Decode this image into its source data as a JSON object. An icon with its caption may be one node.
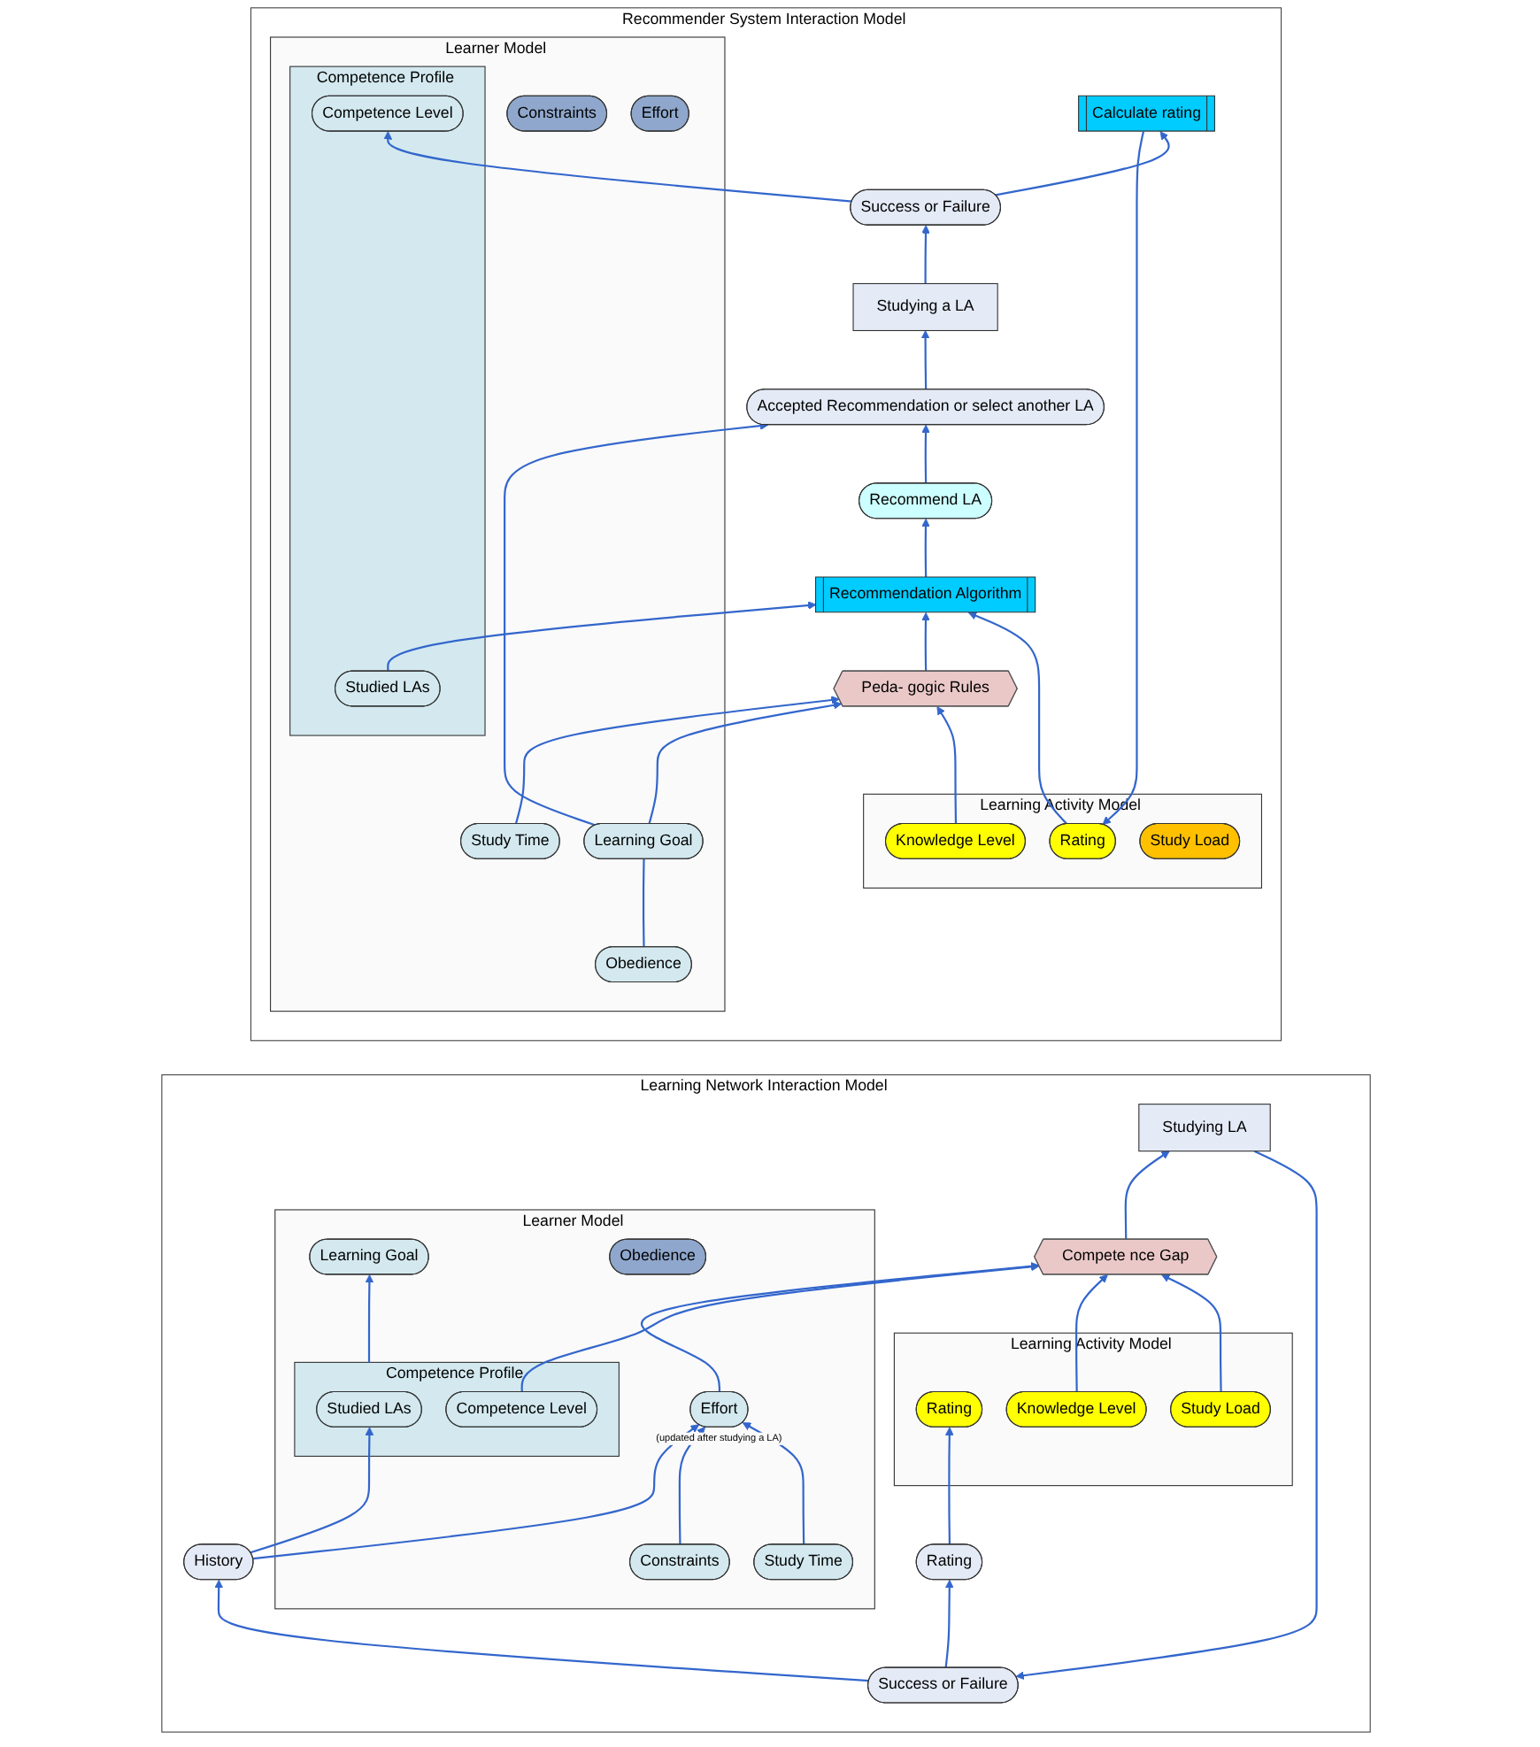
{
  "diagram": {
    "nodes": [
      {
        "text": [
          "Recommender System Interaction Model"
        ]
      },
      {
        "text": [
          "Learner Model"
        ],
        "in": 0
      },
      {
        "text": [
          "Learning Goal"
        ],
        "in": 1
      },
      {
        "text": [
          "Obedience"
        ],
        "in": 1
      },
      {
        "text": [
          "Constraints"
        ],
        "in": 1
      },
      {
        "text": [
          "Study Time"
        ],
        "in": 1
      },
      {
        "text": [
          "Competence Profile"
        ],
        "in": 1
      },
      {
        "text": [
          "Studied LAs"
        ],
        "in": 6
      },
      {
        "text": [
          "Competence Level"
        ],
        "in": 6
      },
      {
        "text": [
          "Effort"
        ],
        "in": 1
      },
      {
        "text": [
          "Success or Failure"
        ],
        "in": 0
      },
      {
        "text": [
          "Calculate rating"
        ],
        "in": 0
      },
      {
        "text": [
          "Studying a LA"
        ],
        "in": 0
      },
      {
        "text": [
          "Accepted Recommendation or select another LA"
        ],
        "in": 0
      },
      {
        "text": [
          "Recommend LA"
        ],
        "in": 0
      },
      {
        "text": [
          "Recommendation Algorithm"
        ],
        "in": 0
      },
      {
        "text": [
          "Peda- gogic Rules"
        ],
        "in": 0
      },
      {
        "text": [
          "Learning Activity Model"
        ],
        "in": 0
      },
      {
        "text": [
          "Rating"
        ],
        "in": 17
      },
      {
        "text": [
          "Knowledge Level"
        ],
        "in": 17
      },
      {
        "text": [
          "Study Load"
        ],
        "in": 17
      },
      {
        "text": [
          "Learning Network Interaction Model"
        ]
      },
      {
        "text": [
          "Learner Model"
        ],
        "in": 21
      },
      {
        "text": [
          "Learning Goal"
        ],
        "in": 22
      },
      {
        "text": [
          "Obedience"
        ],
        "in": 22
      },
      {
        "text": [
          "Constraints"
        ],
        "in": 22
      },
      {
        "text": [
          "Study Time"
        ],
        "in": 22
      },
      {
        "text": [
          "Competence Profile"
        ],
        "in": 22
      },
      {
        "text": [
          "Studied LAs"
        ],
        "in": 27
      },
      {
        "text": [
          "Competence Level"
        ],
        "in": 27
      },
      {
        "text": [
          "Effort"
        ],
        "in": 22,
        "beside": [
          "(updated after studying a LA)"
        ]
      },
      {
        "text": [
          "Rating"
        ],
        "in": 21
      },
      {
        "text": [
          "Success or Failure"
        ],
        "in": 21
      },
      {
        "text": [
          "History"
        ],
        "in": 21
      },
      {
        "text": [
          "Studying LA"
        ],
        "in": 21
      },
      {
        "text": [
          "Compete nce Gap"
        ],
        "in": 21
      },
      {
        "text": [
          "Learning Activity Model"
        ],
        "in": 21
      },
      {
        "text": [
          "Rating"
        ],
        "in": 36
      },
      {
        "text": [
          "Knowledge Level"
        ],
        "in": 36
      },
      {
        "text": [
          "Study Load"
        ],
        "in": 36
      }
    ],
    "edges": [
      {
        "from": 3,
        "to": 2,
        "arrow": "none"
      },
      {
        "from": 2,
        "to": 13,
        "arrow": "to"
      },
      {
        "from": 2,
        "to": 16,
        "arrow": "to"
      },
      {
        "from": 7,
        "to": 15,
        "arrow": "to"
      },
      {
        "from": 10,
        "to": 8,
        "arrow": "to"
      },
      {
        "from": 10,
        "to": 11,
        "arrow": "to"
      },
      {
        "from": 11,
        "to": 18,
        "arrow": "to"
      },
      {
        "from": 18,
        "to": 15,
        "arrow": "to"
      },
      {
        "from": 19,
        "to": 16,
        "arrow": "to"
      },
      {
        "from": 5,
        "to": 16,
        "arrow": "to"
      },
      {
        "from": 16,
        "to": 15,
        "arrow": "to"
      },
      {
        "from": 15,
        "to": 14,
        "arrow": "to"
      },
      {
        "from": 14,
        "to": 13,
        "arrow": "to"
      },
      {
        "from": 13,
        "to": 12,
        "arrow": "to"
      },
      {
        "from": 12,
        "to": 10,
        "arrow": "to"
      },
      {
        "from": 27,
        "to": 23,
        "arrow": "to"
      },
      {
        "from": 32,
        "to": 33,
        "arrow": "to"
      },
      {
        "from": 33,
        "to": 28,
        "arrow": "to"
      },
      {
        "from": 33,
        "to": 30,
        "arrow": "to"
      },
      {
        "from": 25,
        "to": 30,
        "arrow": "to"
      },
      {
        "from": 26,
        "to": 30,
        "arrow": "to"
      },
      {
        "from": 30,
        "to": 35,
        "arrow": "to"
      },
      {
        "from": 29,
        "to": 35,
        "arrow": "to"
      },
      {
        "from": 38,
        "to": 35,
        "arrow": "to"
      },
      {
        "from": 39,
        "to": 35,
        "arrow": "to"
      },
      {
        "from": 35,
        "to": 34,
        "arrow": "to"
      },
      {
        "from": 34,
        "to": 32,
        "arrow": "to"
      },
      {
        "from": 32,
        "to": 31,
        "arrow": "to"
      },
      {
        "from": 31,
        "to": 37,
        "arrow": "to"
      }
    ]
  }
}
